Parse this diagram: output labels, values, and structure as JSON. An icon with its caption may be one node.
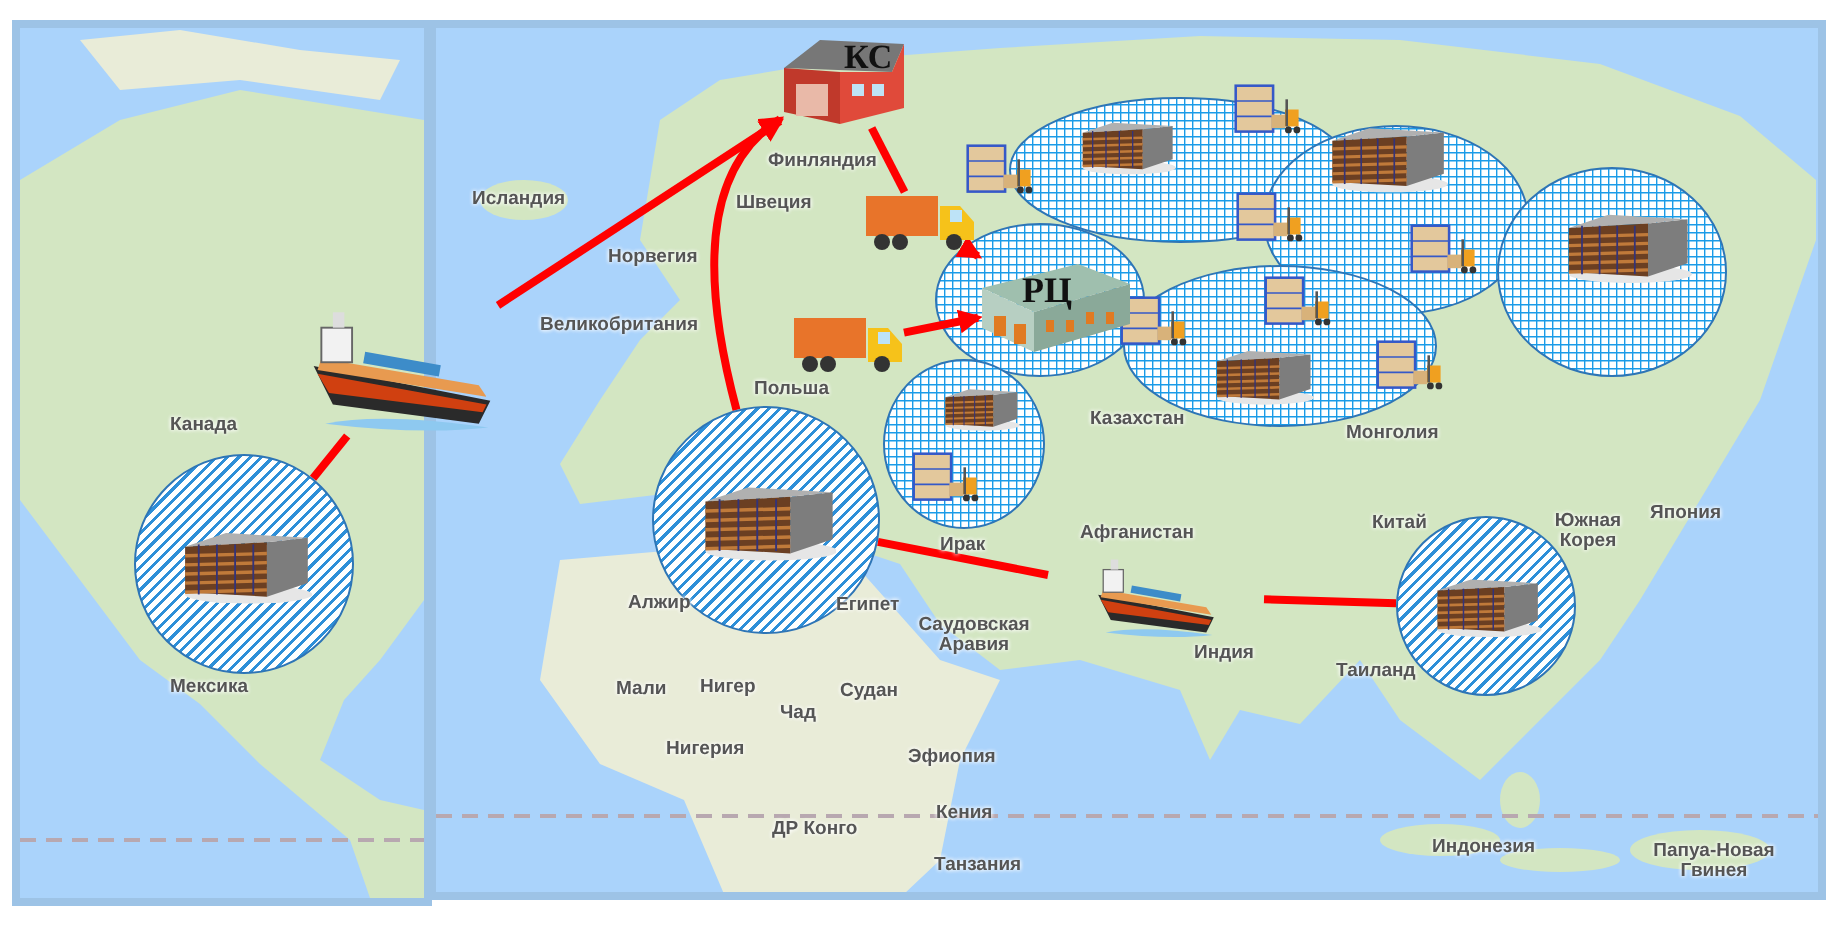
{
  "diagram": {
    "nodes": [
      {
        "text": [
          "КС"
        ]
      },
      {
        "text": [
          "РЦ"
        ]
      },
      {
        "text": [],
        "shape": "picture"
      },
      {
        "text": [],
        "shape": "circle"
      },
      {
        "text": [],
        "shape": "circle"
      },
      {
        "text": [],
        "shape": "picture"
      },
      {
        "text": [],
        "shape": "picture"
      },
      {
        "text": [],
        "shape": "picture"
      },
      {
        "text": [],
        "shape": "circle"
      }
    ],
    "edges": [
      {
        "from": 3,
        "to": 2,
        "arrow": "none"
      },
      {
        "from": 2,
        "to": 0,
        "arrow": "to"
      },
      {
        "from": 4,
        "to": 0,
        "arrow": "to"
      },
      {
        "from": 0,
        "to": 5,
        "arrow": "none"
      },
      {
        "from": 5,
        "to": 1,
        "arrow": "to"
      },
      {
        "from": 6,
        "to": 1,
        "arrow": "to"
      },
      {
        "from": 4,
        "to": 7,
        "arrow": "none"
      },
      {
        "from": 7,
        "to": 8,
        "arrow": "none"
      }
    ],
    "labels": [
      "Финляндия",
      "Исландия",
      "Швеция",
      "Норвегия",
      "Великобритания",
      "Польша",
      "Канада",
      "Казахстан",
      "Монголия",
      "Китай",
      "Южная Корея",
      "Япония",
      "Афганистан",
      "Ирак",
      "Алжир",
      "Египет",
      "Саудовская Аравия",
      "Индия",
      "Таиланд",
      "Мексика",
      "Мали",
      "Нигер",
      "Судан",
      "Чад",
      "Нигерия",
      "Эфиопия",
      "Кения",
      "ДР Конго",
      "Индонезия",
      "Папуа-Новая Гвинея",
      "Танзания"
    ]
  }
}
